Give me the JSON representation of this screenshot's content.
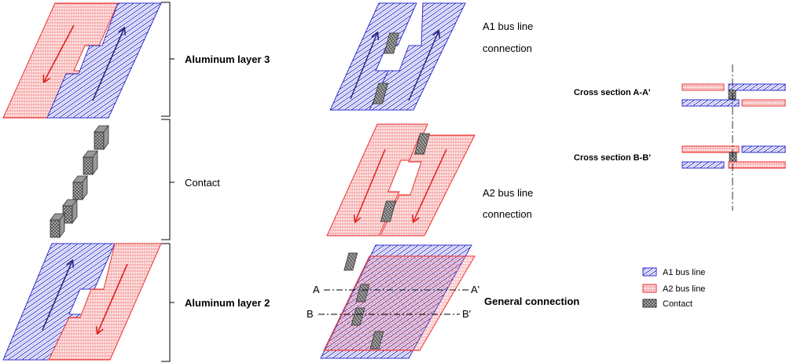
{
  "labels": {
    "aluminum_layer_3": "Aluminum layer 3",
    "contact": "Contact",
    "aluminum_layer_2": "Aluminum layer 2",
    "a1_connection_line1": "A1 bus line",
    "a1_connection_line2": "connection",
    "a2_connection_line1": "A2 bus line",
    "a2_connection_line2": "connection",
    "general_connection": "General connection",
    "cross_section_aa": "Cross section A-A'",
    "cross_section_bb": "Cross section B-B'",
    "cut_a": "A",
    "cut_a_prime": "A'",
    "cut_b": "B",
    "cut_b_prime": "B'"
  },
  "legend": [
    {
      "label": "A1 bus line",
      "color": "#3333cc",
      "pattern": "a1"
    },
    {
      "label": "A2 bus line",
      "color": "#ee3333",
      "pattern": "a2"
    },
    {
      "label": "Contact",
      "color": "#333333",
      "pattern": "contact"
    }
  ],
  "colors": {
    "a1_stroke": "#3333cc",
    "a2_stroke": "#ee3333",
    "contact_stroke": "#333333",
    "arrow_a1": "#2a2a7a",
    "arrow_a2": "#e02020"
  }
}
